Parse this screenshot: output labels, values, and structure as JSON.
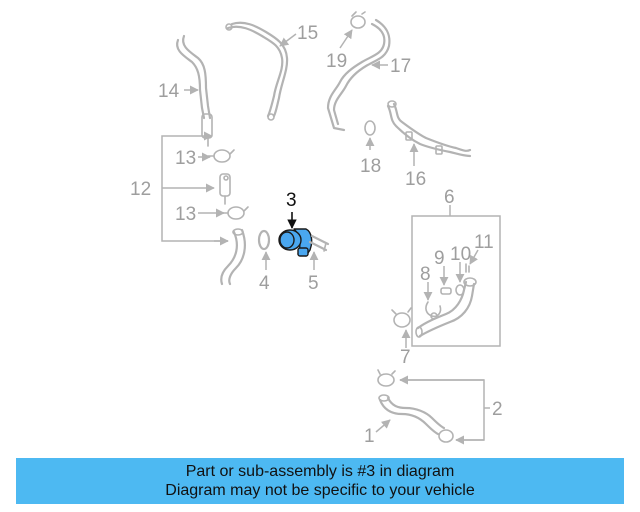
{
  "callouts": {
    "c1": "1",
    "c2": "2",
    "c3": "3",
    "c4": "4",
    "c5": "5",
    "c6": "6",
    "c7": "7",
    "c8": "8",
    "c9": "9",
    "c10": "10",
    "c11": "11",
    "c12": "12",
    "c13a": "13",
    "c13b": "13",
    "c14": "14",
    "c15": "15",
    "c16": "16",
    "c17": "17",
    "c18": "18",
    "c19": "19"
  },
  "highlighted_part": "3",
  "banner": {
    "line1": "Part or sub-assembly is #3 in diagram",
    "line2": "Diagram may not be specific to your vehicle"
  },
  "colors": {
    "highlight": "#4aa7f0",
    "banner": "#4db9f2",
    "line_art": "#b3b3b3",
    "callout_text": "#9e9e9e"
  }
}
